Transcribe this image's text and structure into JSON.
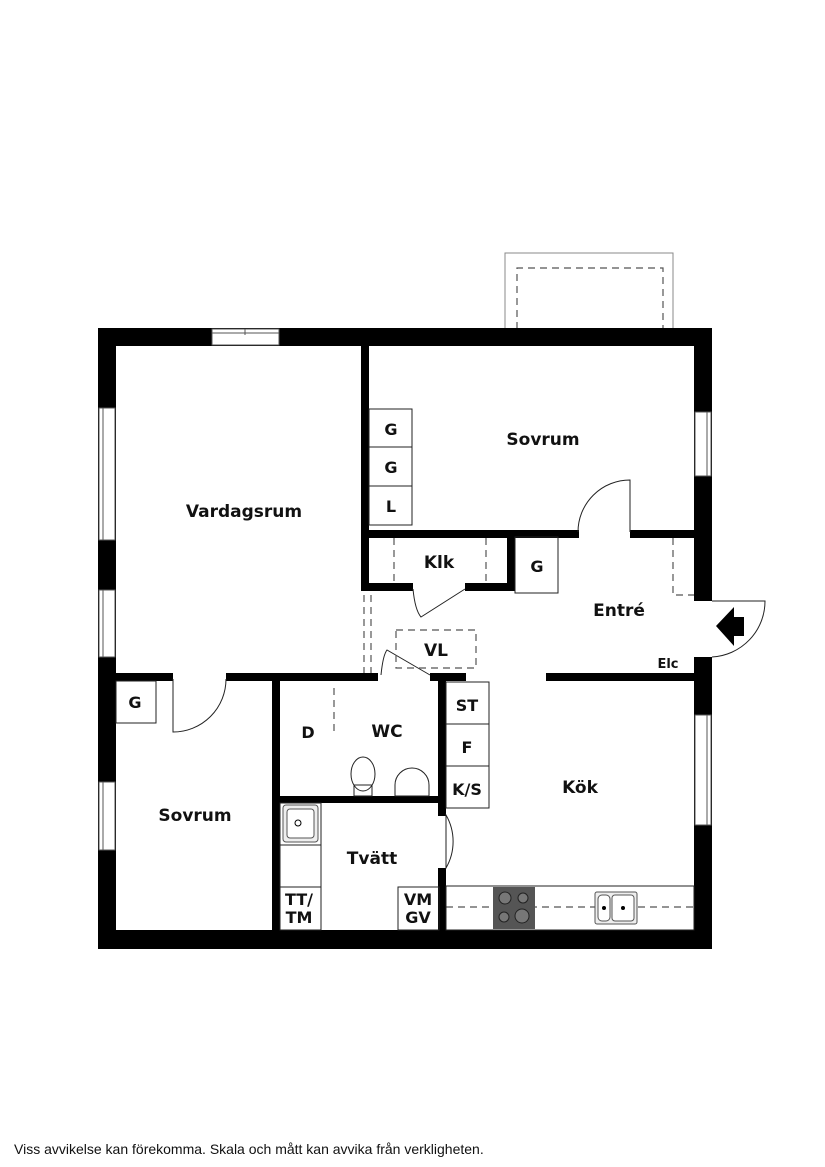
{
  "floorplan": {
    "rooms": {
      "vardagsrum": "Vardagsrum",
      "sovrum_top": "Sovrum",
      "sovrum_bottom": "Sovrum",
      "entre": "Entré",
      "klk": "Klk",
      "wc": "WC",
      "tvatt": "Tvätt",
      "kok": "Kök"
    },
    "units": {
      "wardrobe_g1": "G",
      "wardrobe_g2": "G",
      "linen_l": "L",
      "entre_g": "G",
      "sovrum_g": "G",
      "vl": "VL",
      "elc": "Elc",
      "d": "D",
      "st": "ST",
      "f": "F",
      "ks": "K/S",
      "tt_line1": "TT/",
      "tt_line2": "TM",
      "vm_line1": "VM",
      "vm_line2": "GV"
    },
    "icons": [
      "entrance-arrow-icon",
      "stove-icon",
      "sink-icon",
      "toilet-icon",
      "washbasin-icon",
      "laundry-sink-icon",
      "balcony",
      "door-swing-icon"
    ]
  },
  "footer": {
    "disclaimer": "Viss avvikelse kan förekomma. Skala och mått kan avvika från verkligheten."
  }
}
